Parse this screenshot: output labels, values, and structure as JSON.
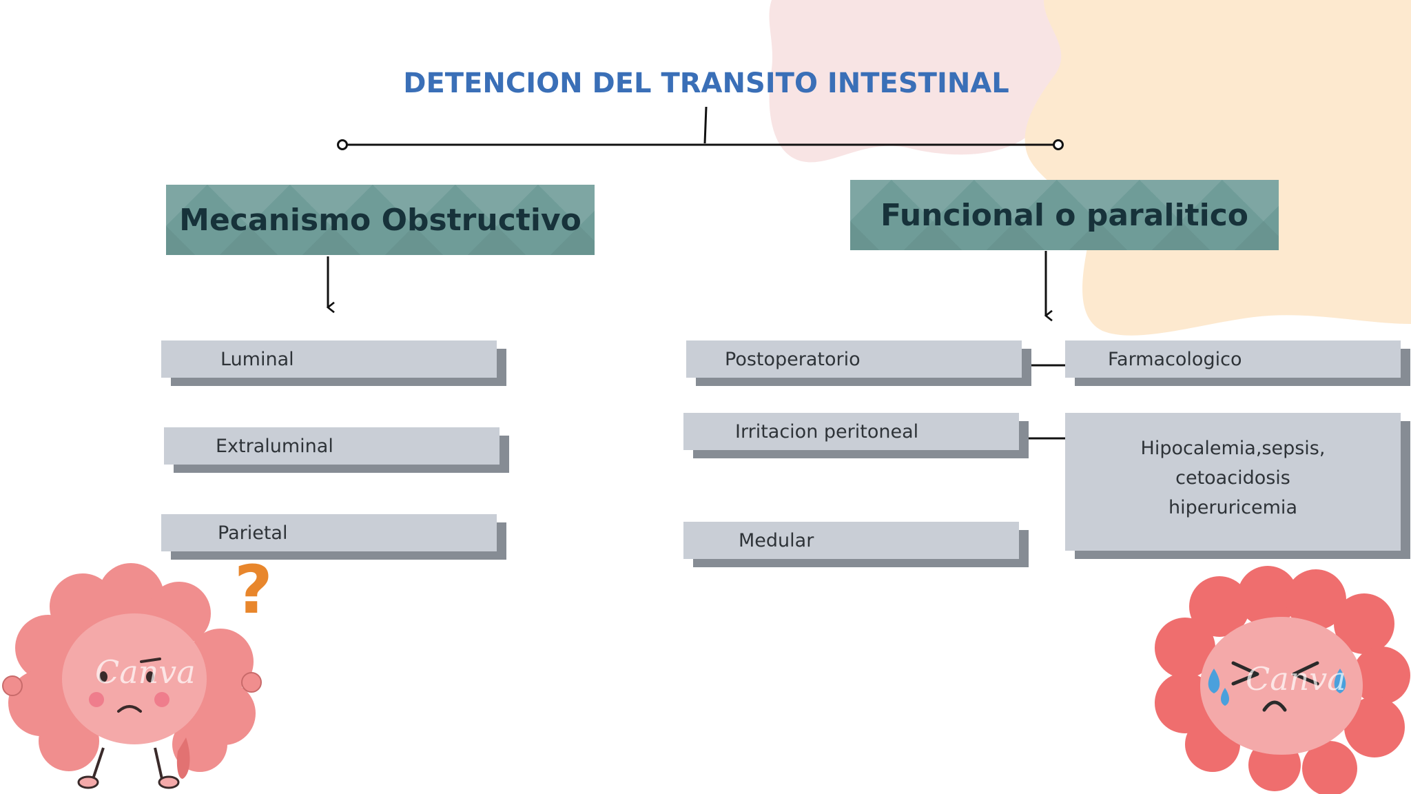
{
  "title": "DETENCION DEL TRANSITO INTESTINAL",
  "branches": {
    "left": {
      "header": "Mecanismo Obstructivo",
      "items": [
        "Luminal",
        "Extraluminal",
        "Parietal"
      ]
    },
    "right": {
      "header": "Funcional o paralitico",
      "items": [
        "Postoperatorio",
        "Irritacion peritoneal",
        "Medular"
      ],
      "details": {
        "farmacologico": "Farmacologico",
        "metabolic_lines": [
          "Hipocalemia,sepsis,",
          "cetoacidosis",
          "hiperuricemia"
        ]
      }
    }
  },
  "decor": {
    "question_mark": "?",
    "watermark": "Canva"
  },
  "colors": {
    "title": "#3a6fb7",
    "header_bg": "#6f9c98",
    "box_bg": "#c9ced6",
    "box_shadow": "#868c94",
    "blob_pink": "#f8e4e4",
    "blob_peach": "#fde9cf",
    "mascot": "#f08e8e"
  }
}
